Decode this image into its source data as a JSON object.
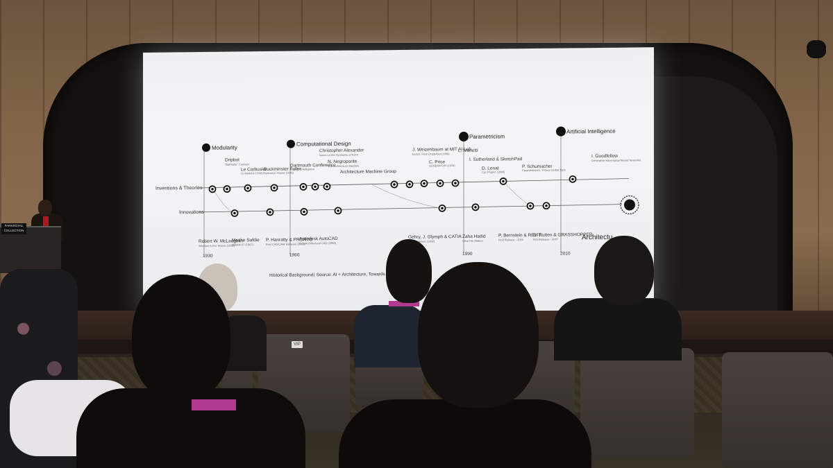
{
  "slide": {
    "rows": {
      "inventions": "Inventions & Theories",
      "innovations": "Innovations"
    },
    "eras": [
      {
        "label": "Modularity"
      },
      {
        "label": "Computational Design"
      },
      {
        "label": "Parametricism"
      },
      {
        "label": "Artificial Intelligence"
      }
    ],
    "top_labels": [
      {
        "title": "Dripbot",
        "sub": "\"Bathtube\" Concept"
      },
      {
        "title": "Le Corbusier",
        "sub": "Le Modulor (1945)"
      },
      {
        "title": "Buckminster Fuller",
        "sub": "Dymaxion House (1945)"
      },
      {
        "title": "Dartmouth Conference",
        "sub": "Artificial Intelligence"
      },
      {
        "title": "Christopher Alexander",
        "sub": "Notes on the Synthesis of Form"
      },
      {
        "title": "N. Negroponte",
        "sub": "The Architecture Machine"
      },
      {
        "title": "Architecture Machine Group",
        "sub": ""
      },
      {
        "title": "J. Weizenbaum at MIT AI Lab",
        "sub": "ELIZA, First Chatterbot (1966)"
      },
      {
        "title": "C. Price",
        "sub": "GENERATOR (1976)"
      },
      {
        "title": "L. Manetti",
        "sub": ""
      },
      {
        "title": "I. Sutherland & SketchPad",
        "sub": ""
      },
      {
        "title": "D. Lenat",
        "sub": "Cyc Project (1984)"
      },
      {
        "title": "P. Schumacher",
        "sub": "Parametricism - A New Global Style"
      },
      {
        "title": "I. Goodfellow",
        "sub": "Generative Adversarial Neural Networks"
      }
    ],
    "bottom_labels": [
      {
        "title": "Robert W. McLaughlin",
        "sub": "Winslow Armor House (1938)"
      },
      {
        "title": "Moshe Safdie",
        "sub": "Habitat 67 (1967)"
      },
      {
        "title": "P. Hanratty & PRONTO",
        "sub": "First CAD/CAM Software (1958)"
      },
      {
        "title": "Autodesk AutoCAD",
        "sub": "First Architectural CAD (1982)"
      },
      {
        "title": "Gehry, J. Glymph & CATIA",
        "sub": "Fish Sculpture (1992)"
      },
      {
        "title": "Zaha Hadid",
        "sub": "Vitra Fire Station"
      },
      {
        "title": "P. Bernstein & REVIT",
        "sub": "First Release - 2000"
      },
      {
        "title": "D. Rutten & GRASSHOPPER",
        "sub": "First Release - 2007"
      }
    ],
    "final_label": "Architectu",
    "years": [
      "1930",
      "1960",
      "1990",
      "2010"
    ],
    "footer": {
      "left": "Historical Background",
      "right": "| Source: AI + Architecture, Towards"
    }
  },
  "chairs": {
    "vip_label": "VIP"
  },
  "podium": {
    "sign": "PARKROYAL COLLECTION"
  }
}
